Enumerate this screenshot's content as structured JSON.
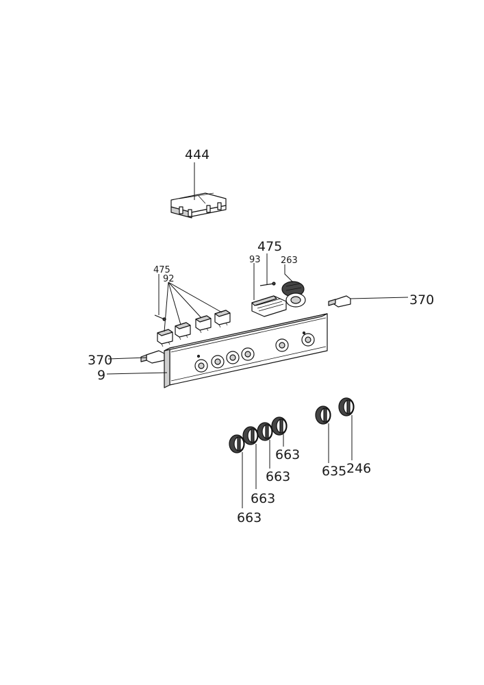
{
  "labels": {
    "p444": "444",
    "p475_top": "475",
    "p93": "93",
    "p263": "263",
    "p475_left": "475",
    "p92": "92",
    "p370_right": "370",
    "p370_left": "370",
    "p9": "9",
    "p663_a": "663",
    "p663_b": "663",
    "p663_c": "663",
    "p663_d": "663",
    "p635": "635",
    "p246": "246"
  }
}
